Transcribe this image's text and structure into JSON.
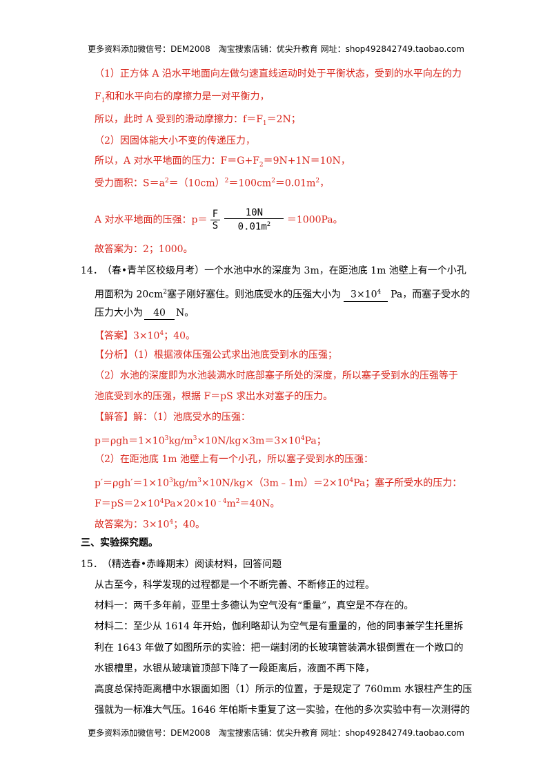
{
  "header": "更多资料添加微信号：DEM2008　淘宝搜索店铺：优尖升教育 网址：shop492842749.taobao.com",
  "footer": "更多资料添加微信号：DEM2008　淘宝搜索店铺：优尖升教育 网址：shop492842749.taobao.com",
  "q13": {
    "l1": "（1）正方体 A 沿水平地面向左做匀速直线运动时处于平衡状态，受到的水平向左的力",
    "l2a": "F",
    "l2sub": "1",
    "l2b": "和和水平向右的摩擦力是一对平衡力，",
    "l3a": "所以，此时 A 受到的滑动摩擦力：f＝F",
    "l3sub": "1",
    "l3b": "＝2N；",
    "l4": "（2）因固体能大小不变的传递压力，",
    "l5a": "所以，A 对水平地面的压力：F＝G+F",
    "l5sub": "2",
    "l5b": "＝9N+1N＝10N，",
    "l6a": "受力面积：S＝a",
    "l6sup1": "2",
    "l6b": "＝（10cm）",
    "l6sup2": "2",
    "l6c": "＝100cm",
    "l6sup3": "2",
    "l6d": "＝0.01m",
    "l6sup4": "2",
    "l6e": "，",
    "l7a": "A 对水平地面的压强：p＝",
    "frac1num": "F",
    "frac1den": "S",
    "l7eq": "＝",
    "frac2num": "10N",
    "frac2den": "0.01m",
    "frac2sup": "2",
    "l7b": "＝1000Pa。",
    "l8": "故答案为：2；1000。"
  },
  "q14": {
    "num": "14．",
    "l1": "（春•青羊区校级月考）一个水池中水的深度为 3m，在距池底 1m 池壁上有一个小孔",
    "l2a": "用面积为 20cm",
    "l2sup": "2",
    "l2b": "塞子刚好塞住。则池底受水的压强大小为",
    "blank1a": "3×10",
    "blank1sup": "4",
    "l2c": "Pa，而塞子受水的",
    "l3a": "压力大小为",
    "blank2": "40",
    "l3b": "N。",
    "ans_tag": "【答案】",
    "ans_a": "3×10",
    "ans_sup": "4",
    "ans_b": "；40。",
    "ana_tag": "【分析】",
    "ana1": "（1）根据液体压强公式求出池底受到水的压强；",
    "ana2": "（2）水池的深度即为水池装满水时底部塞子所处的深度，所以塞子受到水的压强等于",
    "ana3": "池底受到水的压强，根据 F＝pS 求出水对塞子的压力。",
    "sol_tag": "【解答】",
    "sol1": "解：（1）池底受水的压强：",
    "f1a": "p＝ρgh＝1×10",
    "f1s1": "3",
    "f1b": "kg/m",
    "f1s2": "3",
    "f1c": "×10N/kg×3m＝3×10",
    "f1s3": "4",
    "f1d": "Pa；",
    "sol2": "（2）在距池底 1m 池壁上有一个小孔，所以塞子受到水的压强：",
    "f2a": "p′＝ρgh′＝1×10",
    "f2s1": "3",
    "f2b": "kg/m",
    "f2s2": "3",
    "f2c": "×10N/kg×（3m﹣1m）＝2×10",
    "f2s3": "4",
    "f2d": "Pa；塞子所受水的压力：",
    "f3a": "F＝pS＝2×10",
    "f3s1": "4",
    "f3b": "Pa×20×10",
    "f3s2": "﹣4",
    "f3c": "m",
    "f3s3": "2",
    "f3d": "＝40N。",
    "fin_a": "故答案为：3×10",
    "fin_sup": "4",
    "fin_b": "；40。"
  },
  "section3": "三、实验探究题。",
  "q15": {
    "num": "15．",
    "l1": "（精选春•赤峰期末）阅读材料，回答问题",
    "l2": "从古至今，科学发现的过程都是一个不断完善、不断修正的过程。",
    "l3": "材料一：两千多年前，亚里士多德认为空气没有“重量”，真空是不存在的。",
    "l4": "材料二：至少从 1614 年开始，伽利略却认为空气是有重量的，他的同事兼学生托里拆",
    "l5": "利在 1643 年做了如图所示的实验：把一端封闭的长玻璃管装满水银倒置在一个敞口的",
    "l6": "水银槽里，水银从玻璃管顶部下降了一段距离后，液面不再下降，",
    "l7": "高度总保持距离槽中水银面如图（1）所示的位置，于是规定了 760mm 水银柱产生的压",
    "l8": "强就为一标准大气压。1646 年帕斯卡重复了这一实验，在他的多次实验中有一次测得的"
  }
}
